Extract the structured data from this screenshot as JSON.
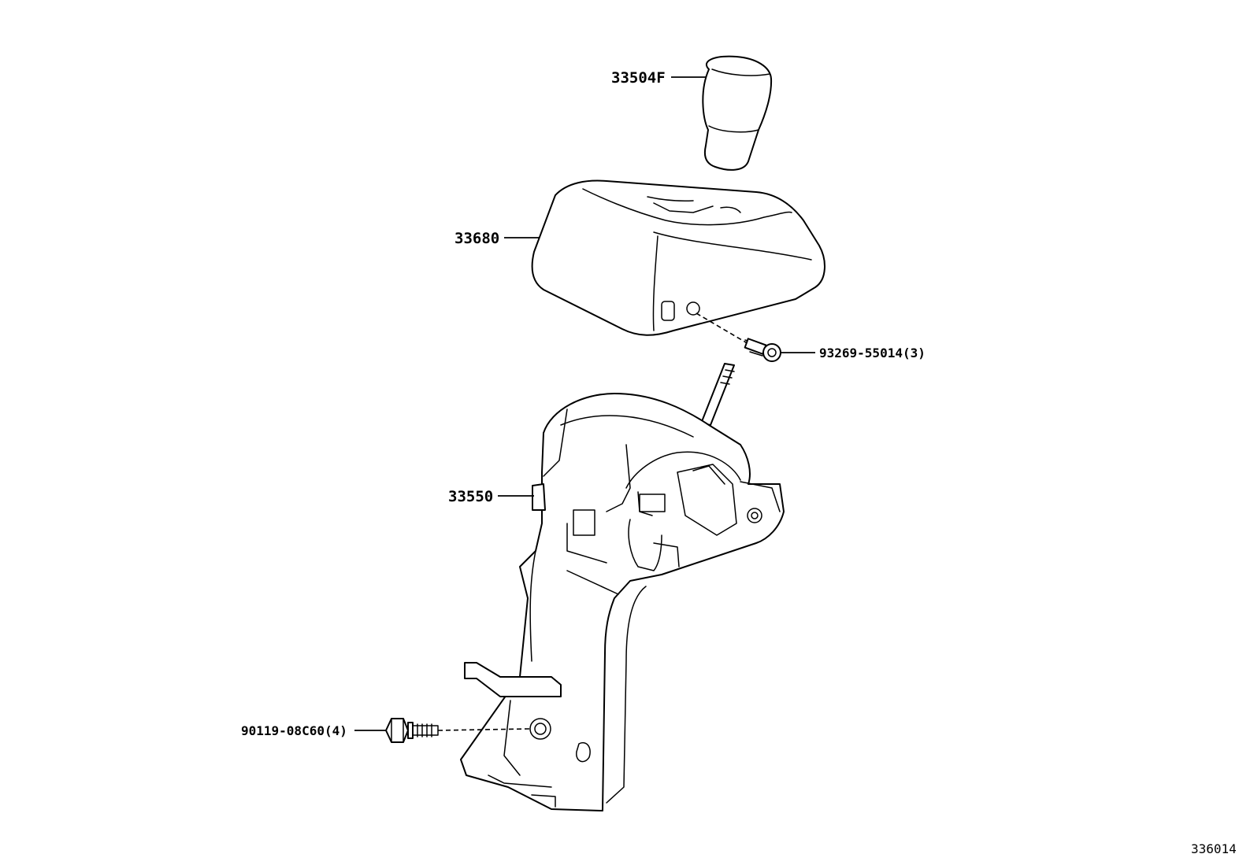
{
  "parts": [
    {
      "id": "shift-knob",
      "part_number": "33504F"
    },
    {
      "id": "shift-cover",
      "part_number": "33680"
    },
    {
      "id": "cover-screw",
      "part_number": "93269-55014(3)"
    },
    {
      "id": "shift-lever-assembly",
      "part_number": "33550"
    },
    {
      "id": "bracket-bolt",
      "part_number": "90119-08C60(4)"
    }
  ],
  "diagram_id": "336014"
}
